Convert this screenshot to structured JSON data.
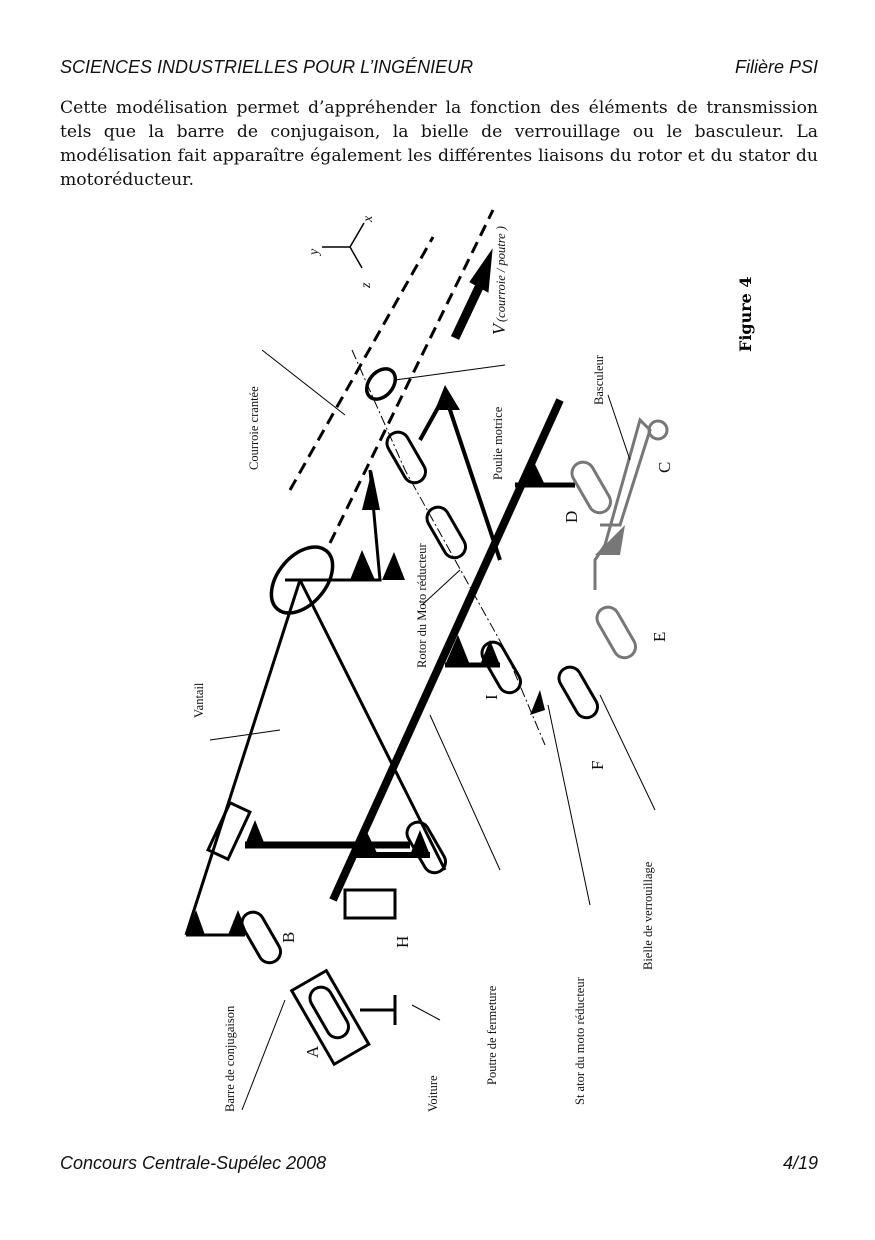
{
  "header": {
    "left": "SCIENCES INDUSTRIELLES POUR L’INGÉNIEUR",
    "right": "Filière PSI"
  },
  "paragraph": "Cette modélisation permet d’appréhender la fonction des éléments de transmission tels que la barre de conjugaison, la bielle de verrouillage ou le basculeur. La modélisation fait apparaître également les différentes liaisons du rotor et du stator du motoréducteur.",
  "figure": {
    "caption": "Figure 4",
    "axes": {
      "x": "x",
      "y": "y",
      "z": "z"
    },
    "velocity_label": "V",
    "velocity_subscript": "(courroie / poutre )",
    "labels": {
      "courroie": "Courroie crantée",
      "poulie": "Poulie motrice",
      "rotor": "Rotor du Moto réducteur",
      "basculeur": "Basculeur",
      "vantail": "Vantail",
      "barre": "Barre de conjugaison",
      "voiture": "Voiture",
      "poutre": "Poutre de fermeture",
      "stator": "St ator du moto réducteur",
      "bielle": "Bielle de verrouillage"
    },
    "points": {
      "A": "A",
      "B": "B",
      "C": "C",
      "D": "D",
      "E": "E",
      "F": "F",
      "H": "H",
      "I": "I"
    }
  },
  "footer": {
    "left": "Concours Centrale-Supélec 2008",
    "right": "4/19"
  }
}
